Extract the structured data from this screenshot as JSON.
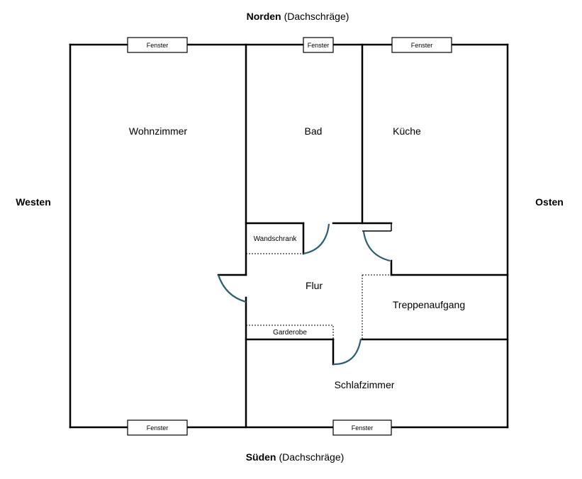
{
  "compass": {
    "north": "Norden",
    "north_note": "(Dachschräge)",
    "south": "Süden",
    "south_note": "(Dachschräge)",
    "west": "Westen",
    "east": "Osten"
  },
  "rooms": {
    "wohnzimmer": "Wohnzimmer",
    "bad": "Bad",
    "kueche": "Küche",
    "flur": "Flur",
    "treppenaufgang": "Treppenaufgang",
    "schlafzimmer": "Schlafzimmer",
    "wandschrank": "Wandschrank",
    "garderobe": "Garderobe"
  },
  "windows": {
    "north_west": "Fenster",
    "north_middle": "Fenster",
    "north_east": "Fenster",
    "south_west": "Fenster",
    "south_east": "Fenster"
  }
}
